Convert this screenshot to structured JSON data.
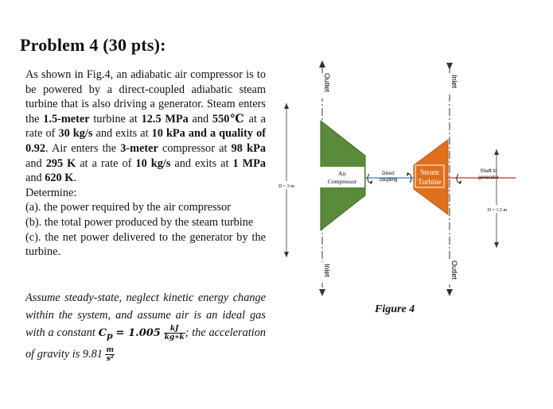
{
  "title": "Problem 4 (30 pts):",
  "problem": {
    "intro": "As shown in Fig.4, an adiabatic air compressor is to be powered by a direct-coupled adiabatic steam turbine that is also driving a generator. Steam enters the",
    "turbine_d": "1.5-meter",
    "t1": "turbine at",
    "steam_p_in": "12.5 MPa",
    "t2": "and",
    "steam_T_in": "550℃",
    "t3": "at a rate of",
    "steam_mdot": "30 kg/s",
    "t4": "and exits at",
    "steam_exit": "10 kPa and a quality of 0.92",
    "t5": ". Air enters the",
    "compressor_d": "3-meter",
    "t6": "compressor at",
    "air_p_in": "98 kPa",
    "t7": "and",
    "air_T_in": "295 K",
    "t8": "at a rate of",
    "air_mdot": "10 kg/s",
    "t9": "and exits at",
    "air_p_out": "1 MPa",
    "t10": "and",
    "air_T_out": "620 K",
    "t11": ".",
    "determine": "Determine:",
    "part_a": "(a). the power required by the air compressor",
    "part_b": "(b). the total power produced by the steam turbine",
    "part_c": "(c). the net power delivered to the generator by the turbine."
  },
  "assumptions": {
    "line1": "Assume steady-state, neglect kinetic energy change within the system, and assume air is an ideal gas with a constant",
    "cp_symbol": "C",
    "cp_sub": "p",
    "cp_value": "= 1.005",
    "cp_unit_num": "kJ",
    "cp_unit_den": "kg∗k",
    "line2": "; the acceleration of gravity is 9.81",
    "g_unit_num": "m",
    "g_unit_den": "s²"
  },
  "figure": {
    "caption": "Figure 4",
    "compressor_label_1": "Air",
    "compressor_label_2": "Compressor",
    "turbine_label_1": "Steam",
    "turbine_label_2": "Turbine",
    "coupling_label_1": "Direct",
    "coupling_label_2": "coupling",
    "shaft_label_1": "Shaft to",
    "shaft_label_2": "generator",
    "compressor_outlet": "Outlet",
    "compressor_inlet": "Inlet",
    "turbine_inlet": "Inlet",
    "turbine_outlet": "Outlet",
    "compressor_diameter": "D = 3 m",
    "turbine_diameter": "D = 1.5 m",
    "colors": {
      "compressor": "#5a8a3a",
      "turbine": "#e0701e",
      "coupling": "#2a7fd0",
      "shaft": "#e02020"
    }
  }
}
